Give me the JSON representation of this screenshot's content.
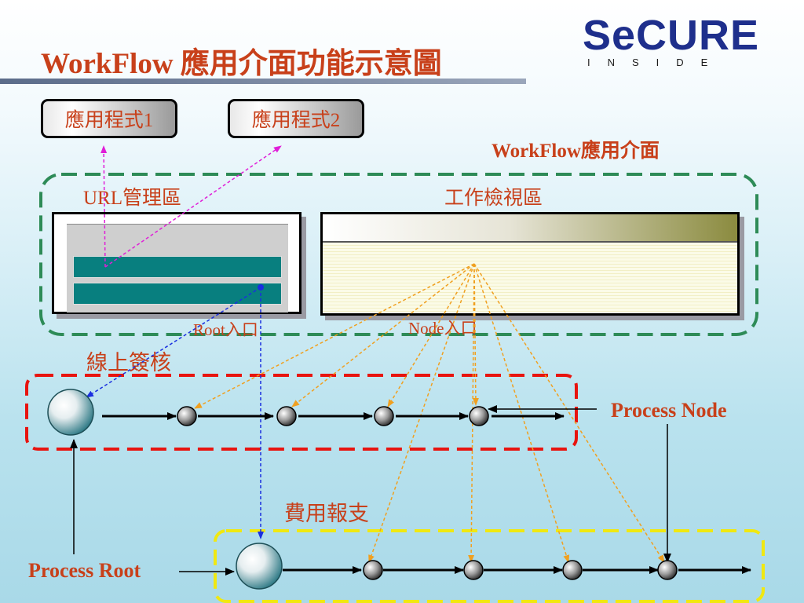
{
  "title": "WorkFlow 應用介面功能示意圖",
  "logo": {
    "main": "SeCURE",
    "sub": "INSIDE"
  },
  "apps": {
    "app1": "應用程式1",
    "app2": "應用程式2"
  },
  "labels": {
    "interface": "WorkFlow應用介面",
    "url_area": "URL管理區",
    "work_view": "工作檢視區",
    "root_entry": "Root入口",
    "node_entry": "Node入口",
    "online_signoff": "線上簽核",
    "expense_report": "費用報支",
    "process_node": "Process Node",
    "process_root": "Process Root"
  },
  "colors": {
    "title": "#c8401a",
    "online_dash": "#e8140f",
    "expense_dash": "#f0e811",
    "interface_dash": "#2e8b57",
    "link_to_apps": "#e01ed8",
    "root_link": "#1a2fe0",
    "node_link": "#f0a020"
  }
}
